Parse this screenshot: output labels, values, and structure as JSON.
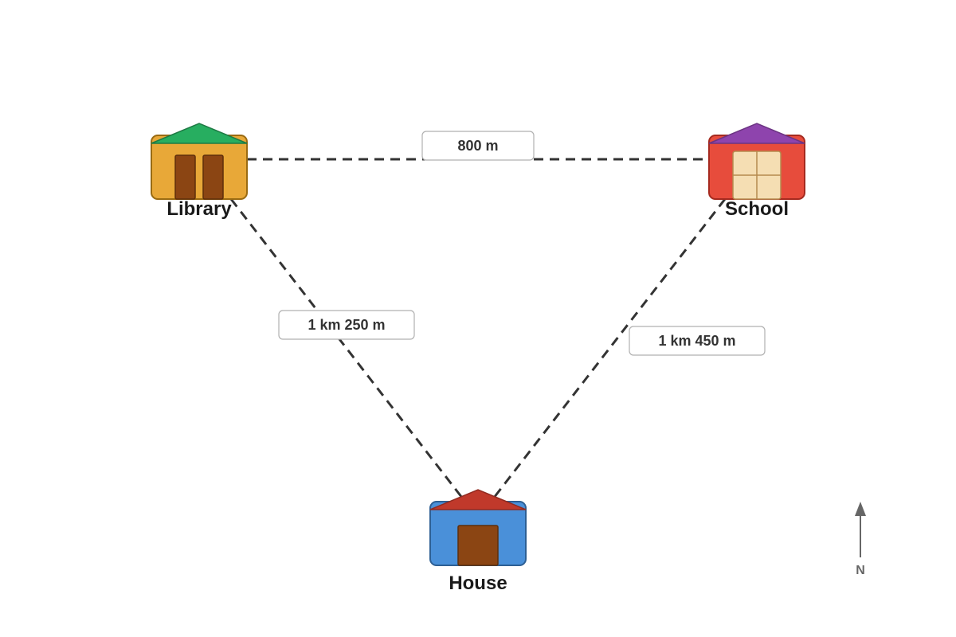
{
  "buildings": {
    "library": {
      "label": "Library",
      "wall_color": "#E8A838",
      "roof_color": "#27AE60",
      "door_color": "#8B4513"
    },
    "school": {
      "label": "School",
      "wall_color": "#E74C3C",
      "roof_color": "#8E44AD",
      "window_color": "#F5DEB3"
    },
    "house": {
      "label": "House",
      "wall_color": "#4A90D9",
      "roof_color": "#C0392B",
      "door_color": "#8B4513"
    }
  },
  "routes": {
    "library_school": {
      "label": "800 m"
    },
    "library_house": {
      "label": "1 km 250 m"
    },
    "school_house": {
      "label": "1 km 450 m"
    }
  },
  "compass": {
    "label": "N",
    "icon": "north-arrow-icon"
  }
}
